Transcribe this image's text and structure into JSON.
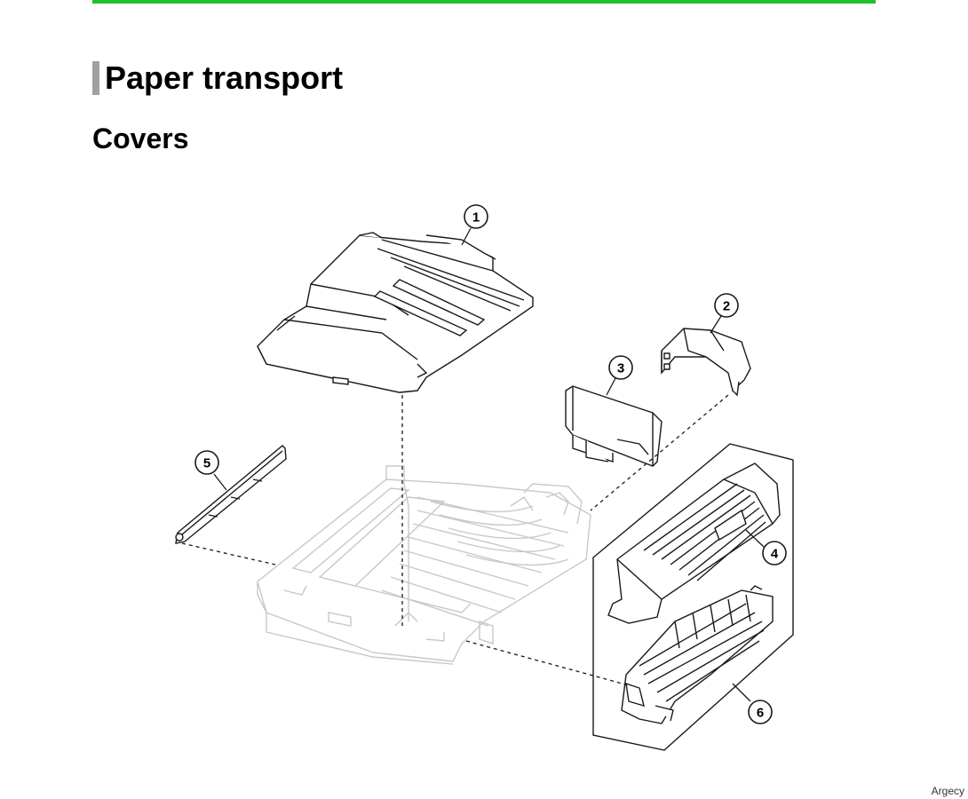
{
  "header": {
    "section_title": "Paper transport",
    "subsection_title": "Covers"
  },
  "diagram": {
    "callouts": [
      "1",
      "2",
      "3",
      "4",
      "5",
      "6"
    ]
  },
  "footer": {
    "brand": "Argecy"
  },
  "colors": {
    "rule": "#22c02a",
    "heading_bar": "#a0a0a0"
  }
}
